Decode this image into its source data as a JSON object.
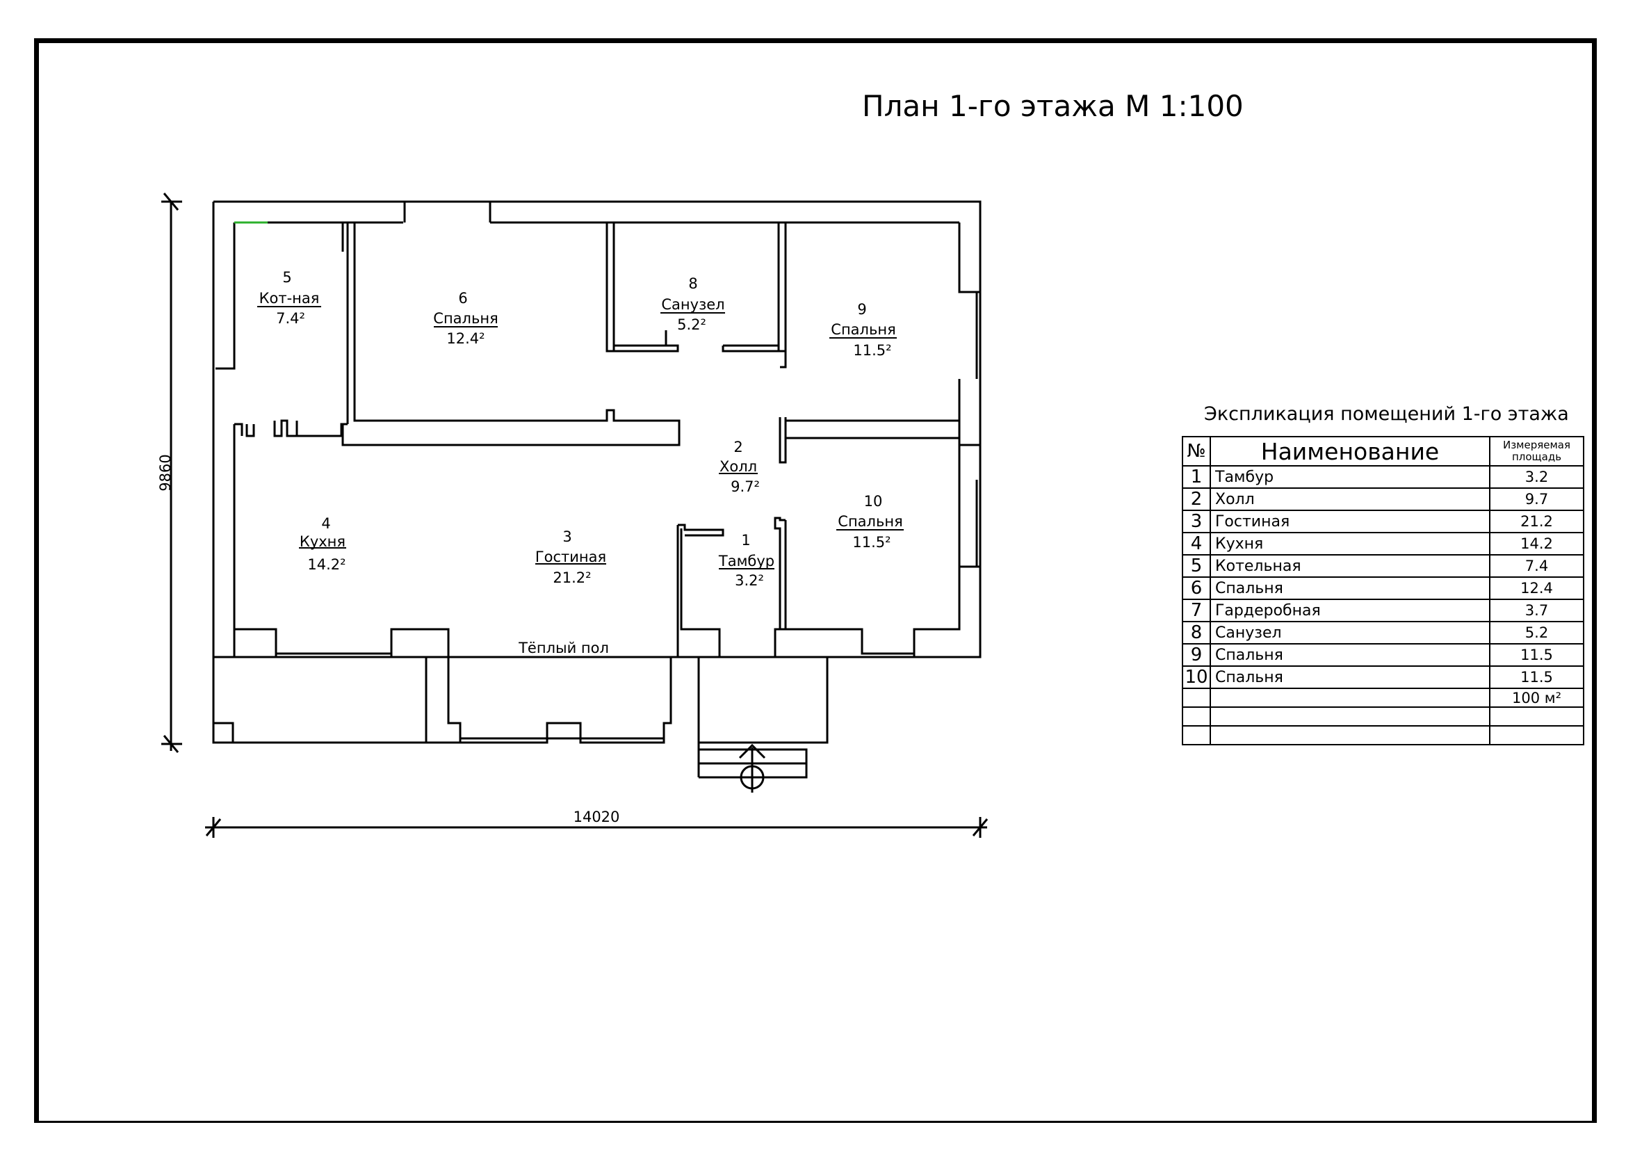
{
  "title": "План 1-го этажа М 1:100",
  "dimensions": {
    "width": "14020",
    "height": "9860"
  },
  "rooms": [
    {
      "no": "1",
      "name": "Тамбур",
      "area": "3.2²"
    },
    {
      "no": "2",
      "name": "Холл",
      "area": "9.7²"
    },
    {
      "no": "3",
      "name": "Гостиная",
      "area": "21.2²"
    },
    {
      "no": "4",
      "name": "Кухня",
      "area": "14.2²"
    },
    {
      "no": "5",
      "name": "Кот-ная",
      "area": "7.4²"
    },
    {
      "no": "6",
      "name": "Спальня",
      "area": "12.4²"
    },
    {
      "no": "8",
      "name": "Санузел",
      "area": "5.2²"
    },
    {
      "no": "9",
      "name": "Спальня",
      "area": "11.5²"
    },
    {
      "no": "10",
      "name": "Спальня",
      "area": "11.5²"
    }
  ],
  "warm_floor_label": "Тёплый пол",
  "explication": {
    "title": "Экспликация помещений 1-го этажа",
    "headers": {
      "no": "№",
      "name": "Наименование",
      "area": "Измеряемая площадь"
    },
    "rows": [
      {
        "no": "1",
        "name": "Тамбур",
        "area": "3.2"
      },
      {
        "no": "2",
        "name": "Холл",
        "area": "9.7"
      },
      {
        "no": "3",
        "name": "Гостиная",
        "area": "21.2"
      },
      {
        "no": "4",
        "name": "Кухня",
        "area": "14.2"
      },
      {
        "no": "5",
        "name": "Котельная",
        "area": "7.4"
      },
      {
        "no": "6",
        "name": "Спальня",
        "area": "12.4"
      },
      {
        "no": "7",
        "name": "Гардеробная",
        "area": "3.7"
      },
      {
        "no": "8",
        "name": "Санузел",
        "area": "5.2"
      },
      {
        "no": "9",
        "name": "Спальня",
        "area": "11.5"
      },
      {
        "no": "10",
        "name": "Спальня",
        "area": "11.5"
      }
    ],
    "total": "100 м²"
  }
}
